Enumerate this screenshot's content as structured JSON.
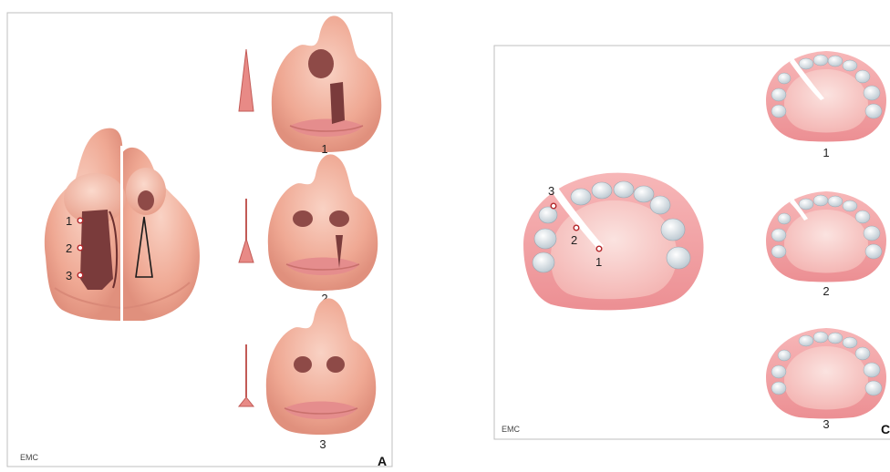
{
  "panel_a": {
    "corner_letter": "A",
    "logo_text": "EMC",
    "main_markers": [
      "1",
      "2",
      "3"
    ],
    "stage_labels": [
      "1",
      "2",
      "3"
    ]
  },
  "panel_b": {
    "corner_letter": "C",
    "logo_text": "EMC",
    "main_markers": [
      "1",
      "2",
      "3"
    ],
    "stage_labels": [
      "1",
      "2",
      "3"
    ]
  },
  "colors": {
    "skin": "#f2b3a3",
    "skin_dark": "#d98978",
    "cleft": "#7a3b3b",
    "lip": "#e58d8d",
    "triangle_fill": "#e88a86",
    "gum": "#f4a3a6",
    "palate": "#f8c7c4",
    "tooth": "#dde7ee",
    "marker": "#b3262a"
  }
}
